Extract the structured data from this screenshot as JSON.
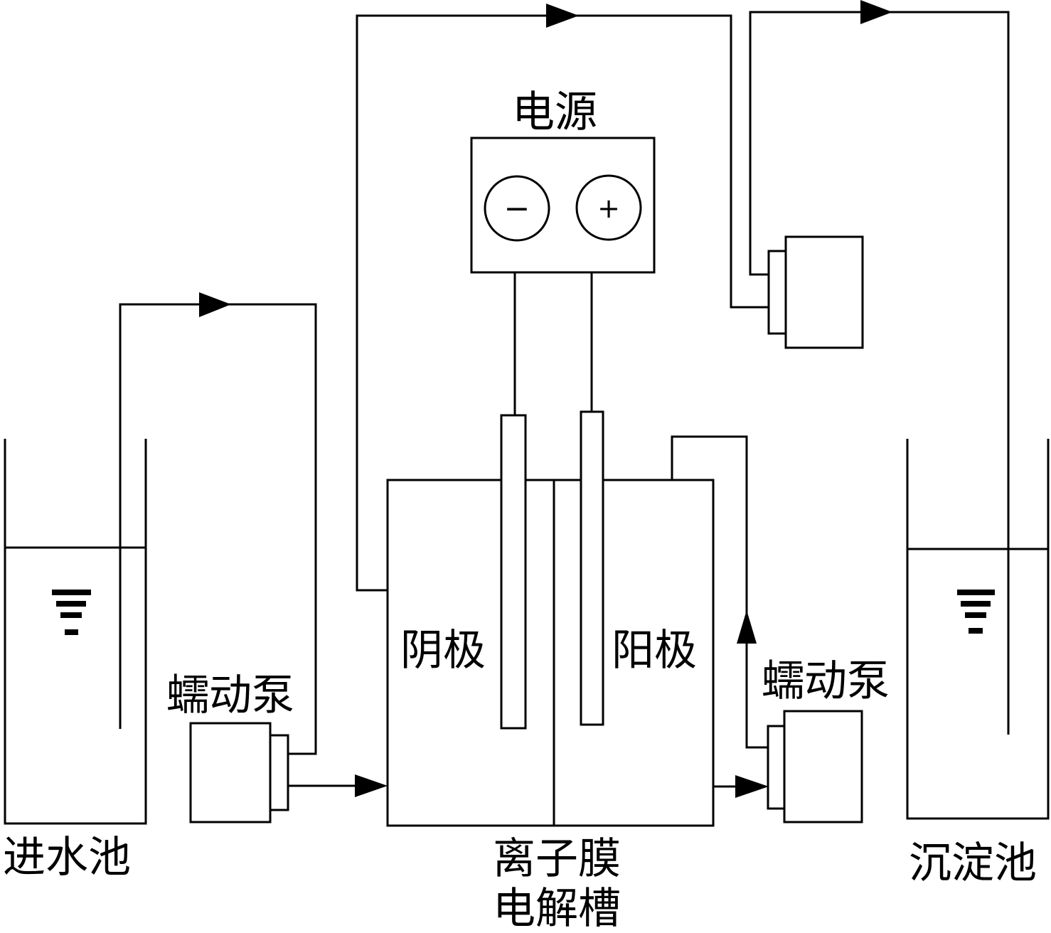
{
  "labels": {
    "power": "电源",
    "minus": "−",
    "plus": "+",
    "cathode": "阴极",
    "anode": "阳极",
    "pump_left": "蠕动泵",
    "pump_right": "蠕动泵",
    "inlet_tank": "进水池",
    "cell_line1": "离子膜",
    "cell_line2": "电解槽",
    "settling_tank": "沉淀池"
  }
}
